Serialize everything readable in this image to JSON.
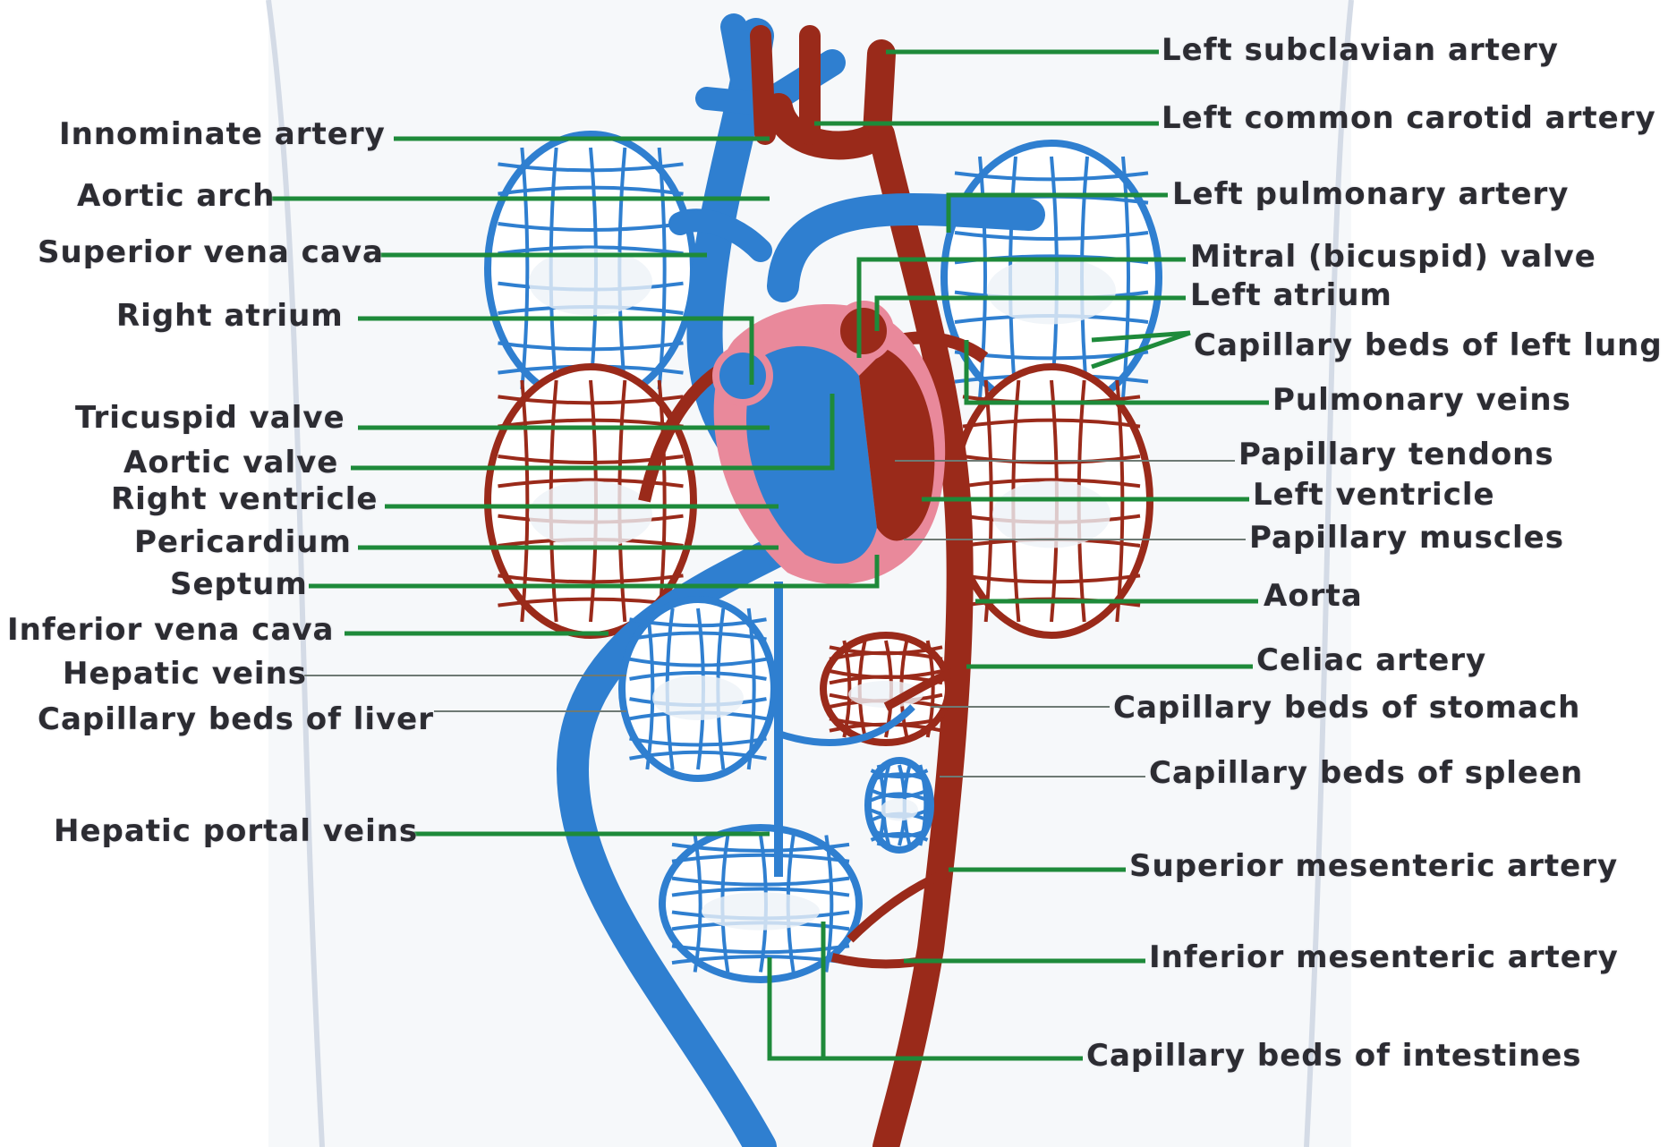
{
  "diagram": {
    "colors": {
      "vein": "#2f7fd0",
      "artery": "#9a2a1a",
      "pericardium": "#e9899b",
      "leader": "#1e8a3a",
      "leader_thin": "#6e7a74",
      "label_text": "#2c2c32",
      "background": "#ffffff",
      "body_shadow": "#e6ebf2"
    },
    "labels_left": [
      "Innominate artery",
      "Aortic arch",
      "Superior vena cava",
      "Right atrium",
      "Tricuspid valve",
      "Aortic valve",
      "Right ventricle",
      "Pericardium",
      "Septum",
      "Inferior vena cava",
      "Hepatic veins",
      "Capillary beds of liver",
      "Hepatic portal veins"
    ],
    "labels_right": [
      "Left subclavian artery",
      "Left common carotid artery",
      "Left pulmonary artery",
      "Mitral (bicuspid) valve",
      "Left atrium",
      "Capillary beds of left lung",
      "Pulmonary veins",
      "Papillary tendons",
      "Left ventricle",
      "Papillary muscles",
      "Aorta",
      "Celiac artery",
      "Capillary beds of stomach",
      "Capillary beds of spleen",
      "Superior mesenteric artery",
      "Inferior mesenteric artery",
      "Capillary beds of intestines"
    ]
  }
}
